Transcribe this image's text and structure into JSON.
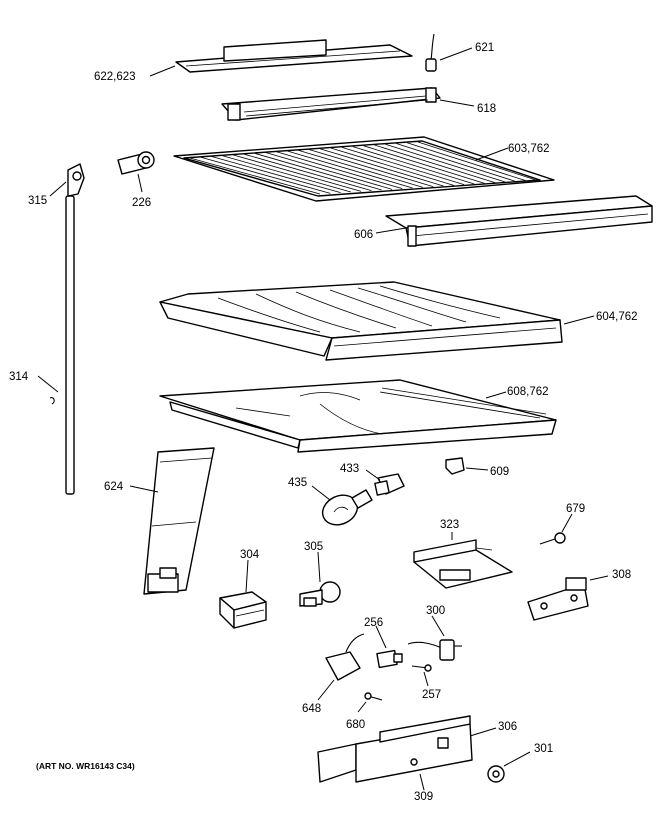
{
  "art_number": "(ART NO. WR16143 C34)",
  "callouts": {
    "c621": "621",
    "c622_623": "622,623",
    "c618": "618",
    "c603_762": "603,762",
    "c315": "315",
    "c226": "226",
    "c606": "606",
    "c604_762": "604,762",
    "c314": "314",
    "c608_762": "608,762",
    "c609": "609",
    "c433": "433",
    "c435": "435",
    "c624": "624",
    "c679": "679",
    "c323": "323",
    "c304": "304",
    "c305": "305",
    "c308": "308",
    "c256": "256",
    "c300": "300",
    "c257": "257",
    "c648": "648",
    "c680": "680",
    "c306": "306",
    "c301": "301",
    "c309": "309"
  }
}
